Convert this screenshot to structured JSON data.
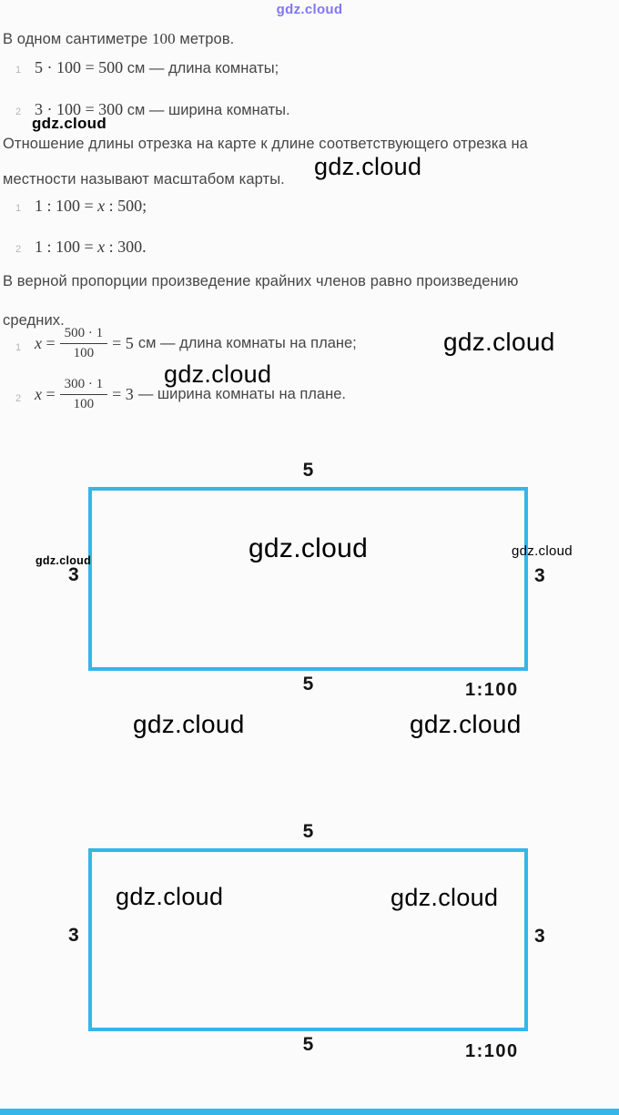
{
  "colors": {
    "accent": "#35b6e9",
    "text": "#464646",
    "math": "#3a3a3a",
    "marker": "#b5b5b5",
    "watermark": "#000000",
    "watermark_top": "#8077f2",
    "bg": "#fbfbfb"
  },
  "header": {
    "watermark": "gdz.cloud"
  },
  "solution": {
    "para1": {
      "pre": "В одном сантиметре ",
      "math": "100",
      "post": " метров."
    },
    "para2_line1": "Отношение длины отрезка на карте к длине соответствующего отрезка на",
    "para2_line2": "местности называют масштабом карты.",
    "para3_line1": "В верной пропорции произведение крайних членов равно произведению",
    "para3_line2": "средних.",
    "items": {
      "i1": {
        "num": "1",
        "math": "5 · 100 = 500",
        "text": " см — длина комнаты;"
      },
      "i2": {
        "num": "2",
        "math": "3 · 100 = 300",
        "text": " см — ширина комнаты."
      },
      "i3": {
        "num": "1",
        "pre": "1 : 100 = ",
        "var": "x",
        "post": " : 500;"
      },
      "i4": {
        "num": "2",
        "pre": "1 : 100 = ",
        "var": "x",
        "post": " : 300."
      },
      "i5": {
        "num": "1",
        "var": "x",
        "eq": " = ",
        "frac_num": "500 · 1",
        "frac_den": "100",
        "result": "= 5",
        "text": "см — длина комнаты на плане;"
      },
      "i6": {
        "num": "2",
        "var": "x",
        "eq": " = ",
        "frac_num": "300 · 1",
        "frac_den": "100",
        "result": "= 3",
        "text": "— ширина комнаты на плане."
      }
    },
    "watermarks": {
      "bold_small": "gdz.cloud",
      "inline_large": "gdz.cloud",
      "right_of_item5": "gdz.cloud",
      "between_items": "gdz.cloud"
    }
  },
  "diagram1": {
    "top_label": "5",
    "bottom_label": "5",
    "left_label": "3",
    "right_label": "3",
    "scale": "1:100",
    "watermark_center": "gdz.cloud",
    "watermark_left": "gdz.cloud",
    "watermark_right": "gdz.cloud",
    "watermark_below_left": "gdz.cloud",
    "watermark_below_right": "gdz.cloud"
  },
  "diagram2": {
    "top_label": "5",
    "bottom_label": "5",
    "left_label": "3",
    "right_label": "3",
    "scale": "1:100",
    "watermark_inside_left": "gdz.cloud",
    "watermark_inside_right": "gdz.cloud"
  }
}
